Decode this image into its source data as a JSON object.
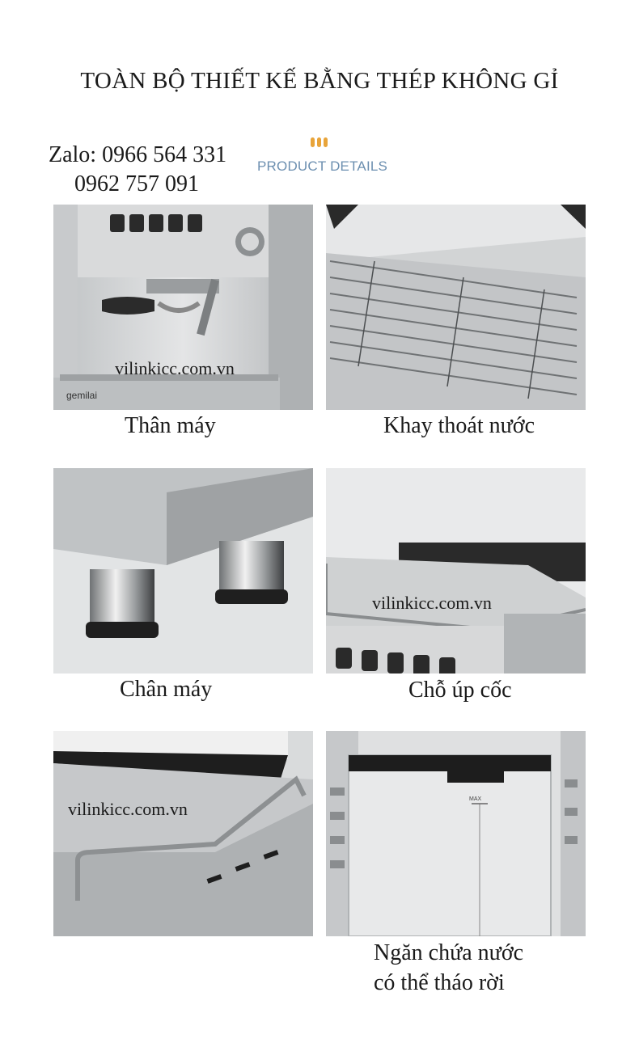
{
  "header": {
    "title": "TOÀN BỘ THIẾT KẾ BẰNG THÉP KHÔNG GỈ",
    "zalo_line": "Zalo: 0966 564 331",
    "phone_line": "0962 757 091",
    "section_label": "PRODUCT DETAILS",
    "accent_color": "#e8a43a",
    "label_color": "#6c8fb0"
  },
  "items": [
    {
      "caption": "Thân máy",
      "watermark": "vilinkicc.com.vn",
      "brand": "gemilai"
    },
    {
      "caption": "Khay thoát nước"
    },
    {
      "caption": "Chân máy"
    },
    {
      "caption": "Chỗ úp cốc",
      "watermark": "vilinkicc.com.vn"
    },
    {
      "caption": "",
      "watermark": "vilinkicc.com.vn"
    },
    {
      "caption_line1": "Ngăn chứa nước",
      "caption_line2": "có thể tháo rời",
      "max_mark": "MAX"
    }
  ]
}
